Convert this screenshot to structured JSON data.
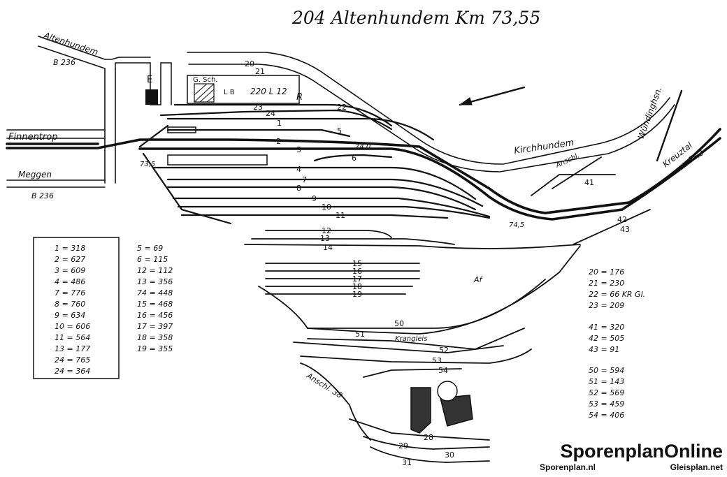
{
  "title": "204 Altenhundem Km 73,55",
  "places": {
    "altenhundem": "Altenhundem",
    "b236_top": "B 236",
    "finnentrop": "Finnentrop",
    "meggen": "Meggen",
    "b236_bottom": "B 236",
    "kirchhundem": "Kirchhundem",
    "wuendinghsn": "Wündinghsn.",
    "kreuztal": "Kreuztal",
    "km_73_5_left": "73,5",
    "km_74_0": "74,0",
    "km_74_5": "74,5",
    "km_75_2": "75,2",
    "anschluss": "Anschl.",
    "anschl_38": "Anschl. 38",
    "kranegleis": "Krangleis"
  },
  "buildings": {
    "e": "E",
    "gsch": "G. Sch.",
    "lb": "L B",
    "signal_box": "220 L 12",
    "r": "R",
    "af": "Af"
  },
  "track_numbers": [
    "1",
    "2",
    "3",
    "4",
    "5",
    "6",
    "7",
    "8",
    "9",
    "10",
    "11",
    "12",
    "13",
    "14",
    "15",
    "16",
    "17",
    "18",
    "19",
    "20",
    "21",
    "22",
    "23",
    "24",
    "28",
    "29",
    "30",
    "31",
    "41",
    "42",
    "43",
    "50",
    "51",
    "52",
    "53",
    "54"
  ],
  "legend_left": [
    "1 = 318",
    "2 = 627",
    "3 = 609",
    "4 = 486",
    "7 = 776",
    "8 = 760",
    "9 = 634",
    "10 = 606",
    "11 = 564",
    "13 = 177",
    "24 = 765",
    "24 = 364"
  ],
  "legend_mid": [
    "5 = 69",
    "6 = 115",
    "12 = 112",
    "13 = 356",
    "74 = 448",
    "15 = 468",
    "16 = 456",
    "17 = 397",
    "18 = 358",
    "19 = 355"
  ],
  "legend_right_a": [
    "20 = 176",
    "21 = 230",
    "22 = 66 KR Gl.",
    "23 = 209"
  ],
  "legend_right_b": [
    "41 = 320",
    "42 = 505",
    "43 = 91"
  ],
  "legend_right_c": [
    "50 = 594",
    "51 = 143",
    "52 = 569",
    "53 = 459",
    "54 = 406"
  ],
  "brand": {
    "name": "SporenplanOnline",
    "site_left": "Sporenplan.nl",
    "site_right": "Gleisplan.net"
  }
}
